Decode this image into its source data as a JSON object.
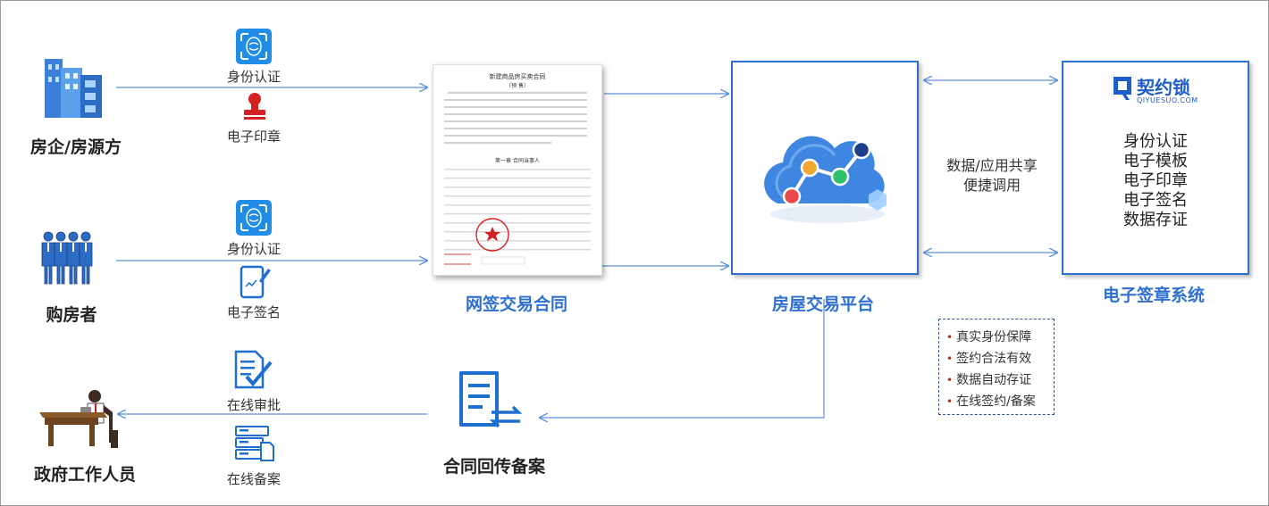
{
  "actors": {
    "developer": "房企/房源方",
    "buyer": "购房者",
    "government": "政府工作人员"
  },
  "labels": {
    "identity_1": "身份认证",
    "seal": "电子印章",
    "identity_2": "身份认证",
    "signature": "电子签名",
    "approval": "在线审批",
    "filing": "在线备案"
  },
  "nodes": {
    "contract": "网签交易合同",
    "platform": "房屋交易平台",
    "esign": "电子签章系统",
    "return": "合同回传备案"
  },
  "document": {
    "title": "新建商品房买卖合同",
    "subtitle": "（预 售）",
    "section": "第一章  合同当事人"
  },
  "logo": {
    "brand": "契约锁",
    "url": "QIYUESUO.COM"
  },
  "esign_features": [
    "身份认证",
    "电子模板",
    "电子印章",
    "电子签名",
    "数据存证"
  ],
  "share": {
    "line1": "数据/应用共享",
    "line2": "便捷调用"
  },
  "benefits": [
    "真实身份保障",
    "签约合法有效",
    "数据自动存证",
    "在线签约/备案"
  ],
  "colors": {
    "accent": "#2f6fd0",
    "line": "#5b8fd8",
    "seal_red": "#d42020"
  }
}
